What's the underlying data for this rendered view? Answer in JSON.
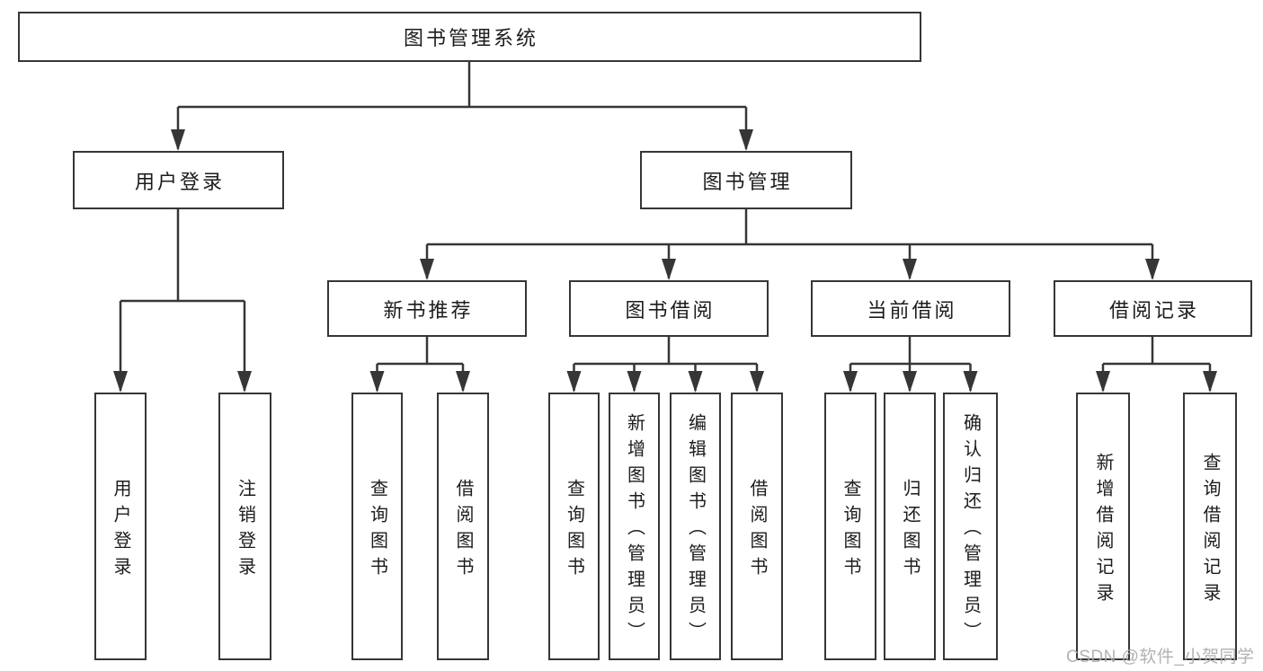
{
  "diagram": {
    "tree": {
      "root": {
        "label": "图书管理系统"
      },
      "branches": [
        {
          "label": "用户登录",
          "children": [
            {
              "label": "用户登录"
            },
            {
              "label": "注销登录"
            }
          ]
        },
        {
          "label": "图书管理",
          "children": [
            {
              "label": "新书推荐",
              "children": [
                {
                  "label": "查询图书"
                },
                {
                  "label": "借阅图书"
                }
              ]
            },
            {
              "label": "图书借阅",
              "children": [
                {
                  "label": "查询图书"
                },
                {
                  "label": "新增图书（管理员）"
                },
                {
                  "label": "编辑图书（管理员）"
                },
                {
                  "label": "借阅图书"
                }
              ]
            },
            {
              "label": "当前借阅",
              "children": [
                {
                  "label": "查询图书"
                },
                {
                  "label": "归还图书"
                },
                {
                  "label": "确认归还（管理员）"
                }
              ]
            },
            {
              "label": "借阅记录",
              "children": [
                {
                  "label": "新增借阅记录"
                },
                {
                  "label": "查询借阅记录"
                }
              ]
            }
          ]
        }
      ]
    },
    "watermark": "CSDN @软件_小贺同学",
    "colors": {
      "line": "#363636",
      "box_border": "#363636",
      "text": "#1c1c1c",
      "background": "#ffffff",
      "watermark": "#ababab"
    }
  }
}
